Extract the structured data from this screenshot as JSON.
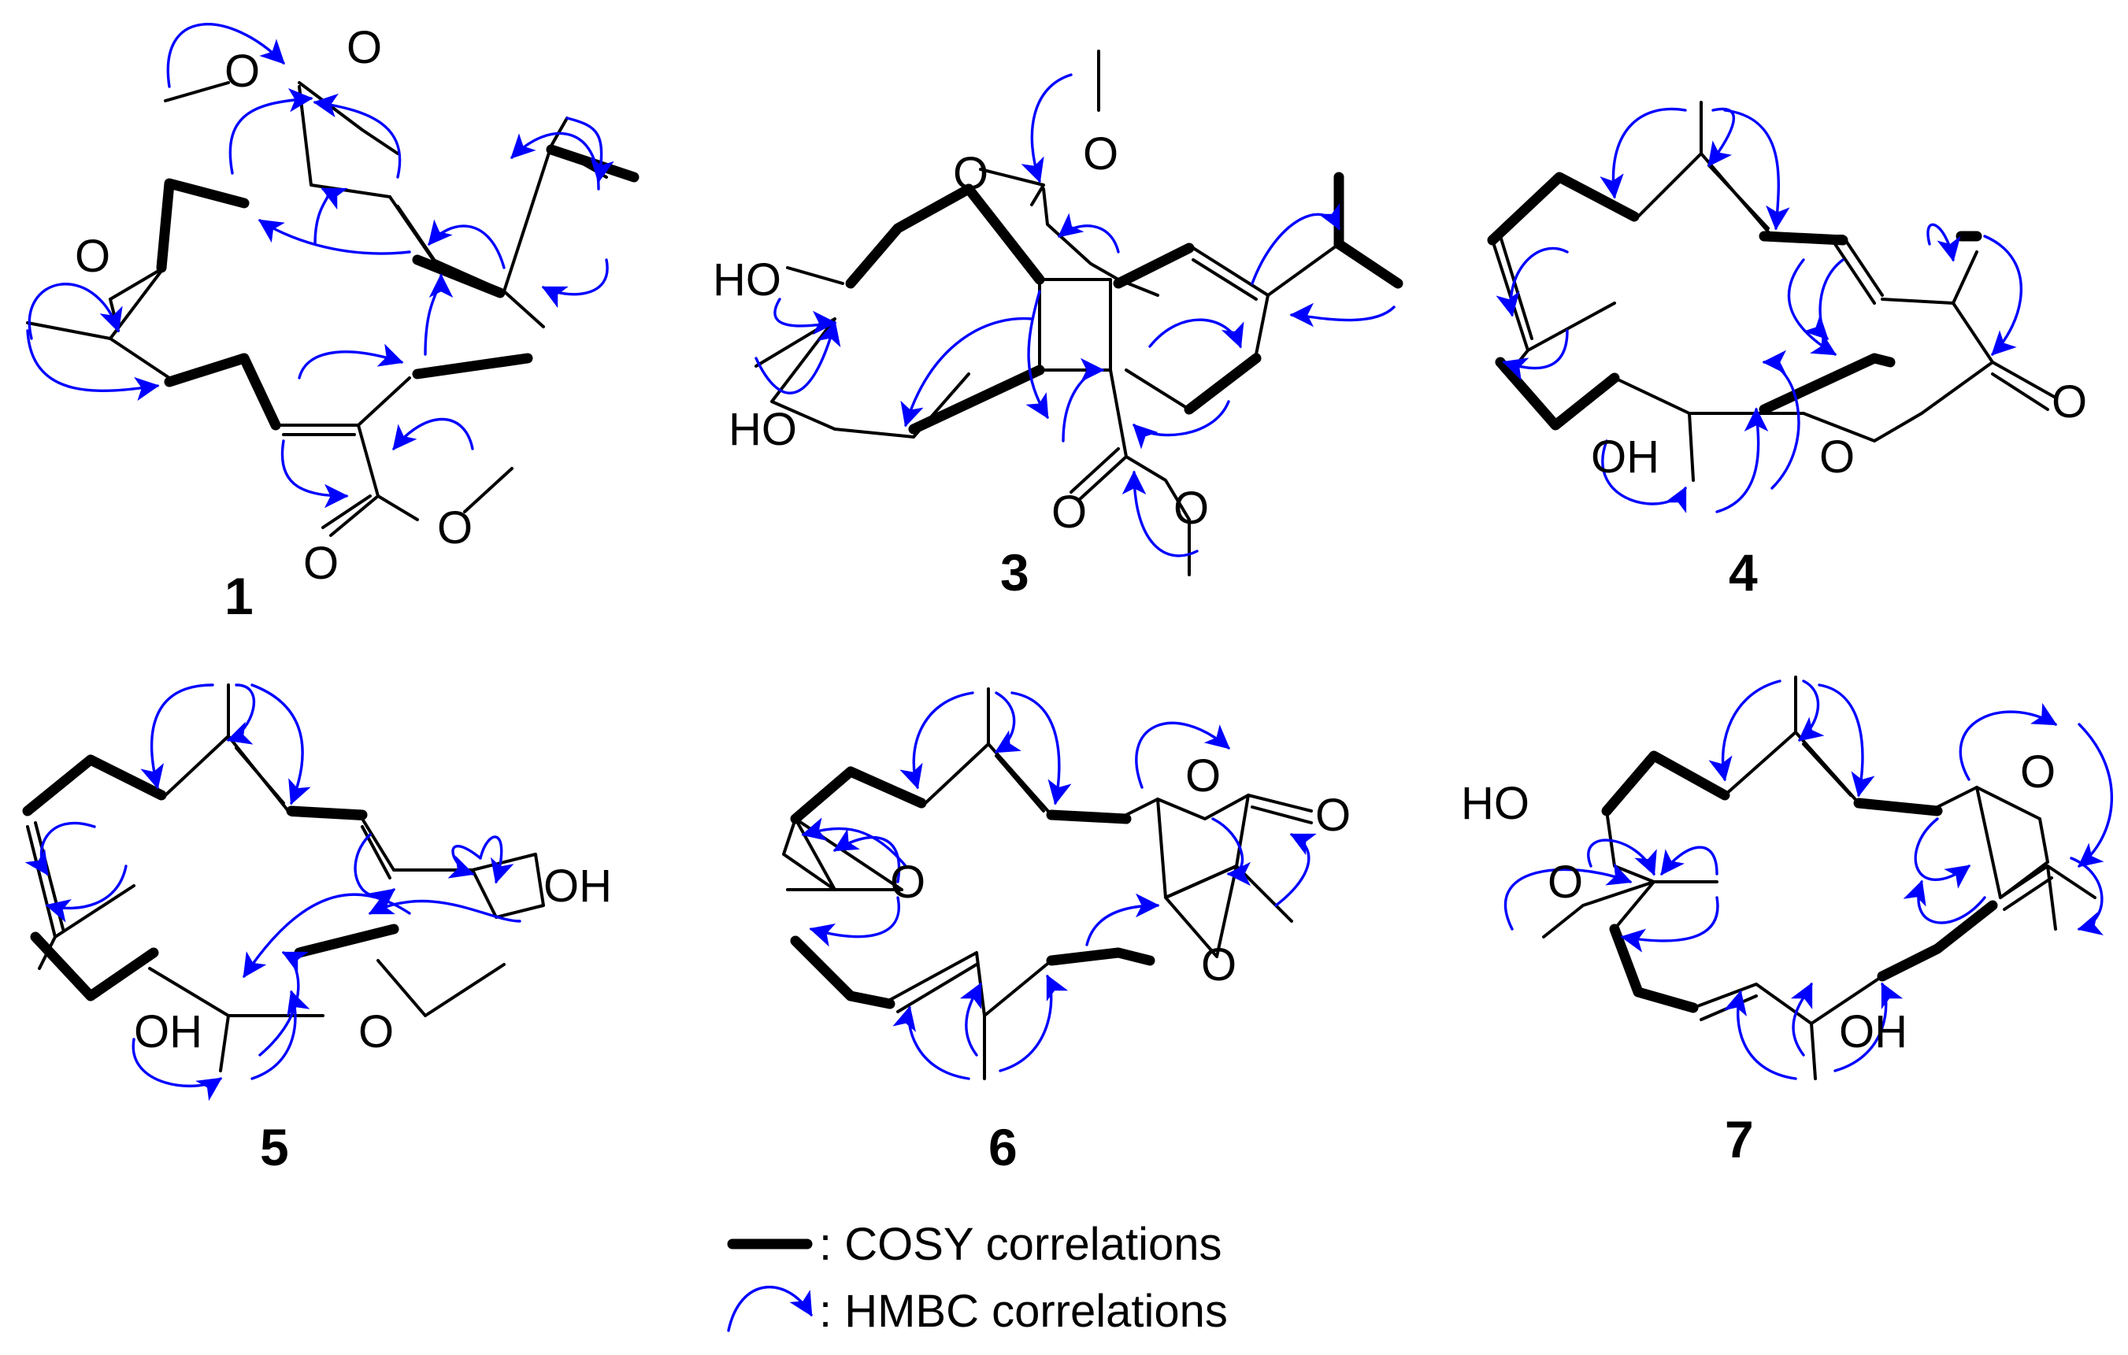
{
  "figure": {
    "compounds": [
      {
        "id": "compound-1",
        "label": "1"
      },
      {
        "id": "compound-3",
        "label": "3"
      },
      {
        "id": "compound-4",
        "label": "4"
      },
      {
        "id": "compound-5",
        "label": "5"
      },
      {
        "id": "compound-6",
        "label": "6"
      },
      {
        "id": "compound-7",
        "label": "7"
      }
    ],
    "atom_labels": {
      "O": "O",
      "HO": "HO",
      "OH": "OH"
    },
    "legend": {
      "cosy_label": ": COSY correlations",
      "hmbc_label": ": HMBC correlations"
    },
    "colors": {
      "bond": "#000000",
      "hmbc_arrow": "#0000ff"
    }
  }
}
